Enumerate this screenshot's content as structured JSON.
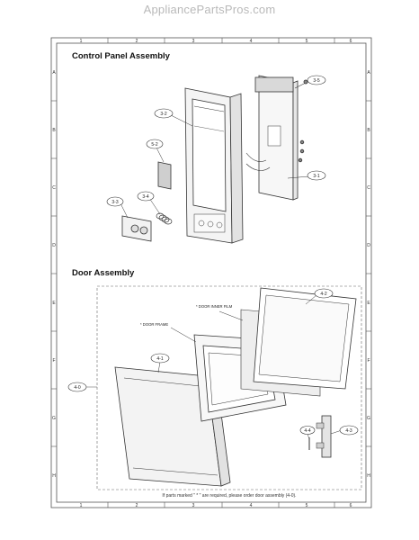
{
  "watermark": "AppliancePartsPros.com",
  "frame": {
    "col_labels": [
      "1",
      "2",
      "3",
      "4",
      "5",
      "6"
    ],
    "row_labels": [
      "A",
      "B",
      "C",
      "D",
      "E",
      "F",
      "G",
      "H"
    ]
  },
  "sections": {
    "control_panel": "Control Panel Assembly",
    "door": "Door Assembly"
  },
  "callouts": {
    "c35": "3-5",
    "c32": "3-2",
    "c52": "5-2",
    "c31": "3-1",
    "c34": "3-4",
    "c33": "3-3",
    "c42": "4-2",
    "c41": "4-1",
    "c40": "4-0",
    "c44": "4-4",
    "c43": "4-3"
  },
  "labels": {
    "door_inner_film": "* DOOR INNER FILM",
    "door_frame": "* DOOR FRAME"
  },
  "footnote": "If parts marked \" * \" are required, please order door assembly (4-0)."
}
